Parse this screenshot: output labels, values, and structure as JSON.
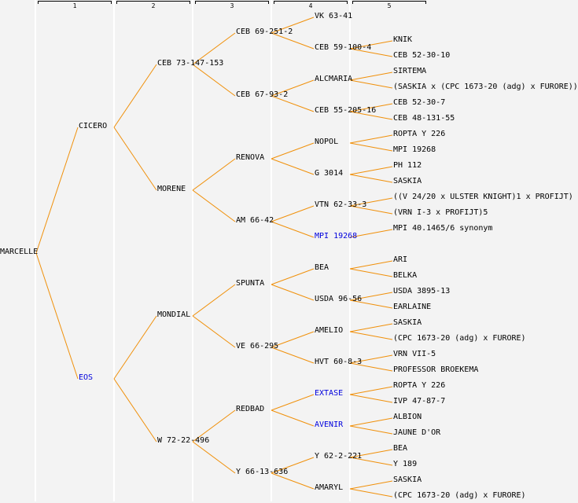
{
  "colors": {
    "line": "#f0900a",
    "link_text": "#0000dd",
    "text": "#000000",
    "background": "#f3f3f3"
  },
  "generation_headers": [
    "1",
    "2",
    "3",
    "4",
    "5"
  ],
  "pedigree": {
    "name": "MARCELLE",
    "children": [
      {
        "name": "CICERO",
        "children": [
          {
            "name": "CEB 73-147-153",
            "children": [
              {
                "name": "CEB 69-251-2",
                "children": [
                  {
                    "name": "VK 63-41"
                  },
                  {
                    "name": "CEB 59-100-4",
                    "children": [
                      {
                        "name": "KNIK"
                      },
                      {
                        "name": "CEB 52-30-10"
                      }
                    ]
                  }
                ]
              },
              {
                "name": "CEB 67-93-2",
                "children": [
                  {
                    "name": "ALCMARIA",
                    "children": [
                      {
                        "name": "SIRTEMA"
                      },
                      {
                        "name": "(SASKIA x (CPC 1673-20 (adg) x FURORE))"
                      }
                    ]
                  },
                  {
                    "name": "CEB 55-205-16",
                    "children": [
                      {
                        "name": "CEB 52-30-7"
                      },
                      {
                        "name": "CEB 48-131-55"
                      }
                    ]
                  }
                ]
              }
            ]
          },
          {
            "name": "MORENE",
            "children": [
              {
                "name": "RENOVA",
                "children": [
                  {
                    "name": "NOPOL",
                    "children": [
                      {
                        "name": "ROPTA Y 226"
                      },
                      {
                        "name": "MPI 19268"
                      }
                    ]
                  },
                  {
                    "name": "G 3014",
                    "children": [
                      {
                        "name": "PH 112"
                      },
                      {
                        "name": "SASKIA"
                      }
                    ]
                  }
                ]
              },
              {
                "name": "AM 66-42",
                "children": [
                  {
                    "name": "VTN 62-33-3",
                    "children": [
                      {
                        "name": "((V 24/20 x ULSTER KNIGHT)1 x PROFIJT)"
                      },
                      {
                        "name": "(VRN I-3 x PROFIJT)5"
                      }
                    ]
                  },
                  {
                    "name": "MPI 19268",
                    "link": true,
                    "children": [
                      {
                        "name": "MPI 40.1465/6 synonym",
                        "single": true
                      }
                    ]
                  }
                ]
              }
            ]
          }
        ]
      },
      {
        "name": "EOS",
        "link": true,
        "children": [
          {
            "name": "MONDIAL",
            "children": [
              {
                "name": "SPUNTA",
                "children": [
                  {
                    "name": "BEA",
                    "children": [
                      {
                        "name": "ARI"
                      },
                      {
                        "name": "BELKA"
                      }
                    ]
                  },
                  {
                    "name": "USDA 96-56",
                    "children": [
                      {
                        "name": "USDA 3895-13"
                      },
                      {
                        "name": "EARLAINE"
                      }
                    ]
                  }
                ]
              },
              {
                "name": "VE 66-295",
                "children": [
                  {
                    "name": "AMELIO",
                    "children": [
                      {
                        "name": "SASKIA"
                      },
                      {
                        "name": "(CPC 1673-20 (adg) x FURORE)"
                      }
                    ]
                  },
                  {
                    "name": "HVT 60-8-3",
                    "children": [
                      {
                        "name": "VRN VII-5"
                      },
                      {
                        "name": "PROFESSOR BROEKEMA"
                      }
                    ]
                  }
                ]
              }
            ]
          },
          {
            "name": "W 72-22-496",
            "children": [
              {
                "name": "REDBAD",
                "children": [
                  {
                    "name": "EXTASE",
                    "link": true,
                    "children": [
                      {
                        "name": "ROPTA Y 226"
                      },
                      {
                        "name": "IVP 47-87-7"
                      }
                    ]
                  },
                  {
                    "name": "AVENIR",
                    "link": true,
                    "children": [
                      {
                        "name": "ALBION"
                      },
                      {
                        "name": "JAUNE D'OR"
                      }
                    ]
                  }
                ]
              },
              {
                "name": "Y 66-13-636",
                "children": [
                  {
                    "name": "Y 62-2-221",
                    "children": [
                      {
                        "name": "BEA"
                      },
                      {
                        "name": "Y 189"
                      }
                    ]
                  },
                  {
                    "name": "AMARYL",
                    "children": [
                      {
                        "name": "SASKIA"
                      },
                      {
                        "name": "(CPC 1673-20 (adg) x FURORE)"
                      }
                    ]
                  }
                ]
              }
            ]
          }
        ]
      }
    ]
  }
}
